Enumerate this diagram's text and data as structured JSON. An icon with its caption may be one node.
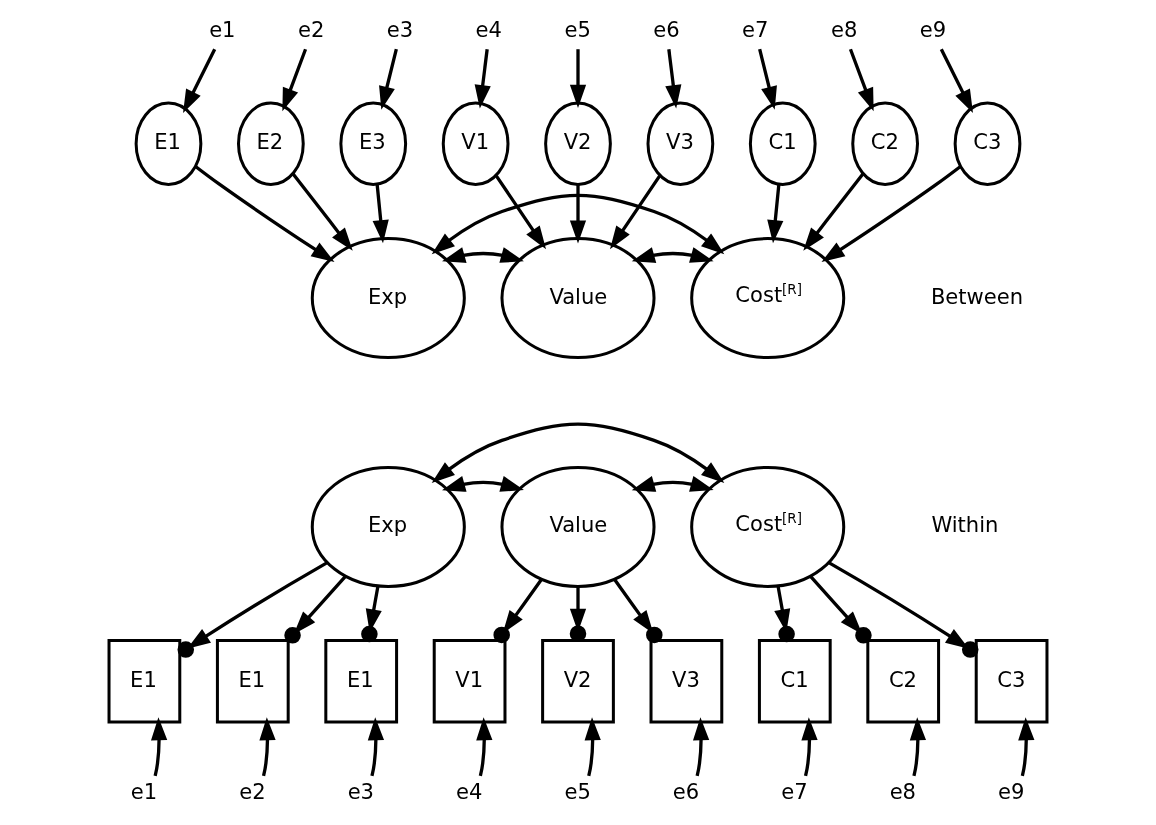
{
  "diagram": {
    "nodes": [
      {
        "text": [
          "e1"
        ]
      },
      {
        "text": [
          "e2"
        ]
      },
      {
        "text": [
          "e3"
        ]
      },
      {
        "text": [
          "e4"
        ]
      },
      {
        "text": [
          "e5"
        ]
      },
      {
        "text": [
          "e6"
        ]
      },
      {
        "text": [
          "e7"
        ]
      },
      {
        "text": [
          "e8"
        ]
      },
      {
        "text": [
          "e9"
        ]
      },
      {
        "text": [
          "E1"
        ]
      },
      {
        "text": [
          "E2"
        ]
      },
      {
        "text": [
          "E3"
        ]
      },
      {
        "text": [
          "V1"
        ]
      },
      {
        "text": [
          "V2"
        ]
      },
      {
        "text": [
          "V3"
        ]
      },
      {
        "text": [
          "C1"
        ]
      },
      {
        "text": [
          "C2"
        ]
      },
      {
        "text": [
          "C3"
        ]
      },
      {
        "text": [
          "Exp"
        ]
      },
      {
        "text": [
          "Value"
        ]
      },
      {
        "text": [
          "Cost$^{[R]}$"
        ]
      },
      {
        "text": [
          "Exp"
        ]
      },
      {
        "text": [
          "Value"
        ]
      },
      {
        "text": [
          "Cost$^{[R]}$"
        ]
      },
      {
        "text": [
          "E1"
        ]
      },
      {
        "text": [
          "E1"
        ]
      },
      {
        "text": [
          "E1"
        ]
      },
      {
        "text": [
          "V1"
        ]
      },
      {
        "text": [
          "V2"
        ]
      },
      {
        "text": [
          "V3"
        ]
      },
      {
        "text": [
          "C1"
        ]
      },
      {
        "text": [
          "C2"
        ]
      },
      {
        "text": [
          "C3"
        ]
      },
      {
        "text": [
          "e1"
        ]
      },
      {
        "text": [
          "e2"
        ]
      },
      {
        "text": [
          "e3"
        ]
      },
      {
        "text": [
          "e4"
        ]
      },
      {
        "text": [
          "e5"
        ]
      },
      {
        "text": [
          "e6"
        ]
      },
      {
        "text": [
          "e7"
        ]
      },
      {
        "text": [
          "e8"
        ]
      },
      {
        "text": [
          "e9"
        ]
      }
    ],
    "edges": [
      {
        "from": 0,
        "to": 9,
        "arrow": "to"
      },
      {
        "from": 1,
        "to": 10,
        "arrow": "to"
      },
      {
        "from": 2,
        "to": 11,
        "arrow": "to"
      },
      {
        "from": 3,
        "to": 12,
        "arrow": "to"
      },
      {
        "from": 4,
        "to": 13,
        "arrow": "to"
      },
      {
        "from": 5,
        "to": 14,
        "arrow": "to"
      },
      {
        "from": 6,
        "to": 15,
        "arrow": "to"
      },
      {
        "from": 7,
        "to": 16,
        "arrow": "to"
      },
      {
        "from": 8,
        "to": 17,
        "arrow": "to"
      },
      {
        "from": 9,
        "to": 18,
        "arrow": "to"
      },
      {
        "from": 10,
        "to": 18,
        "arrow": "to"
      },
      {
        "from": 11,
        "to": 18,
        "arrow": "to"
      },
      {
        "from": 12,
        "to": 19,
        "arrow": "to"
      },
      {
        "from": 13,
        "to": 19,
        "arrow": "to"
      },
      {
        "from": 14,
        "to": 19,
        "arrow": "to"
      },
      {
        "from": 15,
        "to": 20,
        "arrow": "to"
      },
      {
        "from": 16,
        "to": 20,
        "arrow": "to"
      },
      {
        "from": 17,
        "to": 20,
        "arrow": "to"
      },
      {
        "from": 18,
        "to": 19,
        "arrow": "both"
      },
      {
        "from": 19,
        "to": 20,
        "arrow": "both"
      },
      {
        "from": 18,
        "to": 20,
        "arrow": "both"
      },
      {
        "from": 21,
        "to": 23,
        "arrow": "both"
      },
      {
        "from": 21,
        "to": 22,
        "arrow": "both"
      },
      {
        "from": 22,
        "to": 23,
        "arrow": "both"
      },
      {
        "from": 21,
        "to": 24,
        "arrow": "to"
      },
      {
        "from": 21,
        "to": 25,
        "arrow": "to"
      },
      {
        "from": 21,
        "to": 26,
        "arrow": "to"
      },
      {
        "from": 22,
        "to": 27,
        "arrow": "to"
      },
      {
        "from": 22,
        "to": 28,
        "arrow": "to"
      },
      {
        "from": 22,
        "to": 29,
        "arrow": "to"
      },
      {
        "from": 23,
        "to": 30,
        "arrow": "to"
      },
      {
        "from": 23,
        "to": 31,
        "arrow": "to"
      },
      {
        "from": 23,
        "to": 32,
        "arrow": "to"
      },
      {
        "from": 33,
        "to": 24,
        "arrow": "to"
      },
      {
        "from": 34,
        "to": 25,
        "arrow": "to"
      },
      {
        "from": 35,
        "to": 26,
        "arrow": "to"
      },
      {
        "from": 36,
        "to": 27,
        "arrow": "to"
      },
      {
        "from": 37,
        "to": 28,
        "arrow": "to"
      },
      {
        "from": 38,
        "to": 29,
        "arrow": "to"
      },
      {
        "from": 39,
        "to": 30,
        "arrow": "to"
      },
      {
        "from": 40,
        "to": 31,
        "arrow": "to"
      },
      {
        "from": 41,
        "to": 32,
        "arrow": "to"
      }
    ],
    "labels": [
      "Between",
      "Within"
    ]
  }
}
